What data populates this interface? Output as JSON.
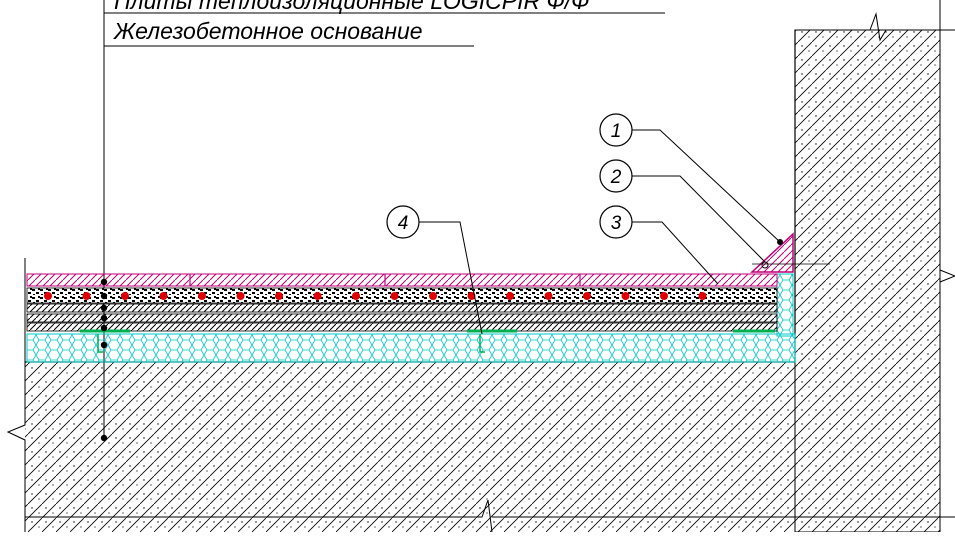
{
  "labels": {
    "top_cut": "Плиты теплоизоляционные LOGICPIR Ф/Ф",
    "base": "Железобетонное основание"
  },
  "callouts": [
    {
      "number": "1"
    },
    {
      "number": "2"
    },
    {
      "number": "3"
    },
    {
      "number": "4"
    }
  ],
  "colors": {
    "line": "#000000",
    "magenta_hatch": "#c0007a",
    "cyan_insulation": "#00d0d0",
    "green_clip": "#00b050",
    "red_pipe": "#e00000"
  }
}
